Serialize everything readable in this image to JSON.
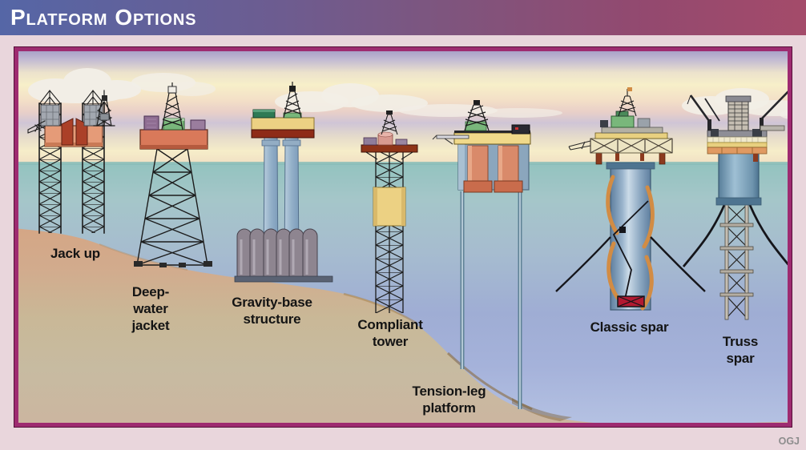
{
  "header": {
    "title_words": [
      "Platform",
      "options"
    ],
    "text_color": "#ffffff",
    "bg_gradient": [
      "#5566a6",
      "#7e557e",
      "#a44b6a"
    ]
  },
  "page": {
    "background": "#e9d6dc",
    "frame_border": "#9e2b70",
    "frame_edge_line": "#551038"
  },
  "scene_colors": {
    "sky_top": "#a9a2c8",
    "sky_yellow": "#f7efc9",
    "sea_top": "#93c3bf",
    "sea_bottom": "#b4c1e2",
    "seabed": "#d2ab8d",
    "cloud": "#f2eee6"
  },
  "platforms": [
    {
      "id": "jack-up",
      "label": "Jack up"
    },
    {
      "id": "deep-water-jacket",
      "label": "Deep-\nwater\njacket"
    },
    {
      "id": "gravity-base-structure",
      "label": "Gravity-base\nstructure"
    },
    {
      "id": "compliant-tower",
      "label": "Compliant\ntower"
    },
    {
      "id": "tension-leg-platform",
      "label": "Tension-leg\nplatform"
    },
    {
      "id": "classic-spar",
      "label": "Classic spar"
    },
    {
      "id": "truss-spar",
      "label": "Truss\nspar"
    }
  ],
  "credit": "OGJ"
}
